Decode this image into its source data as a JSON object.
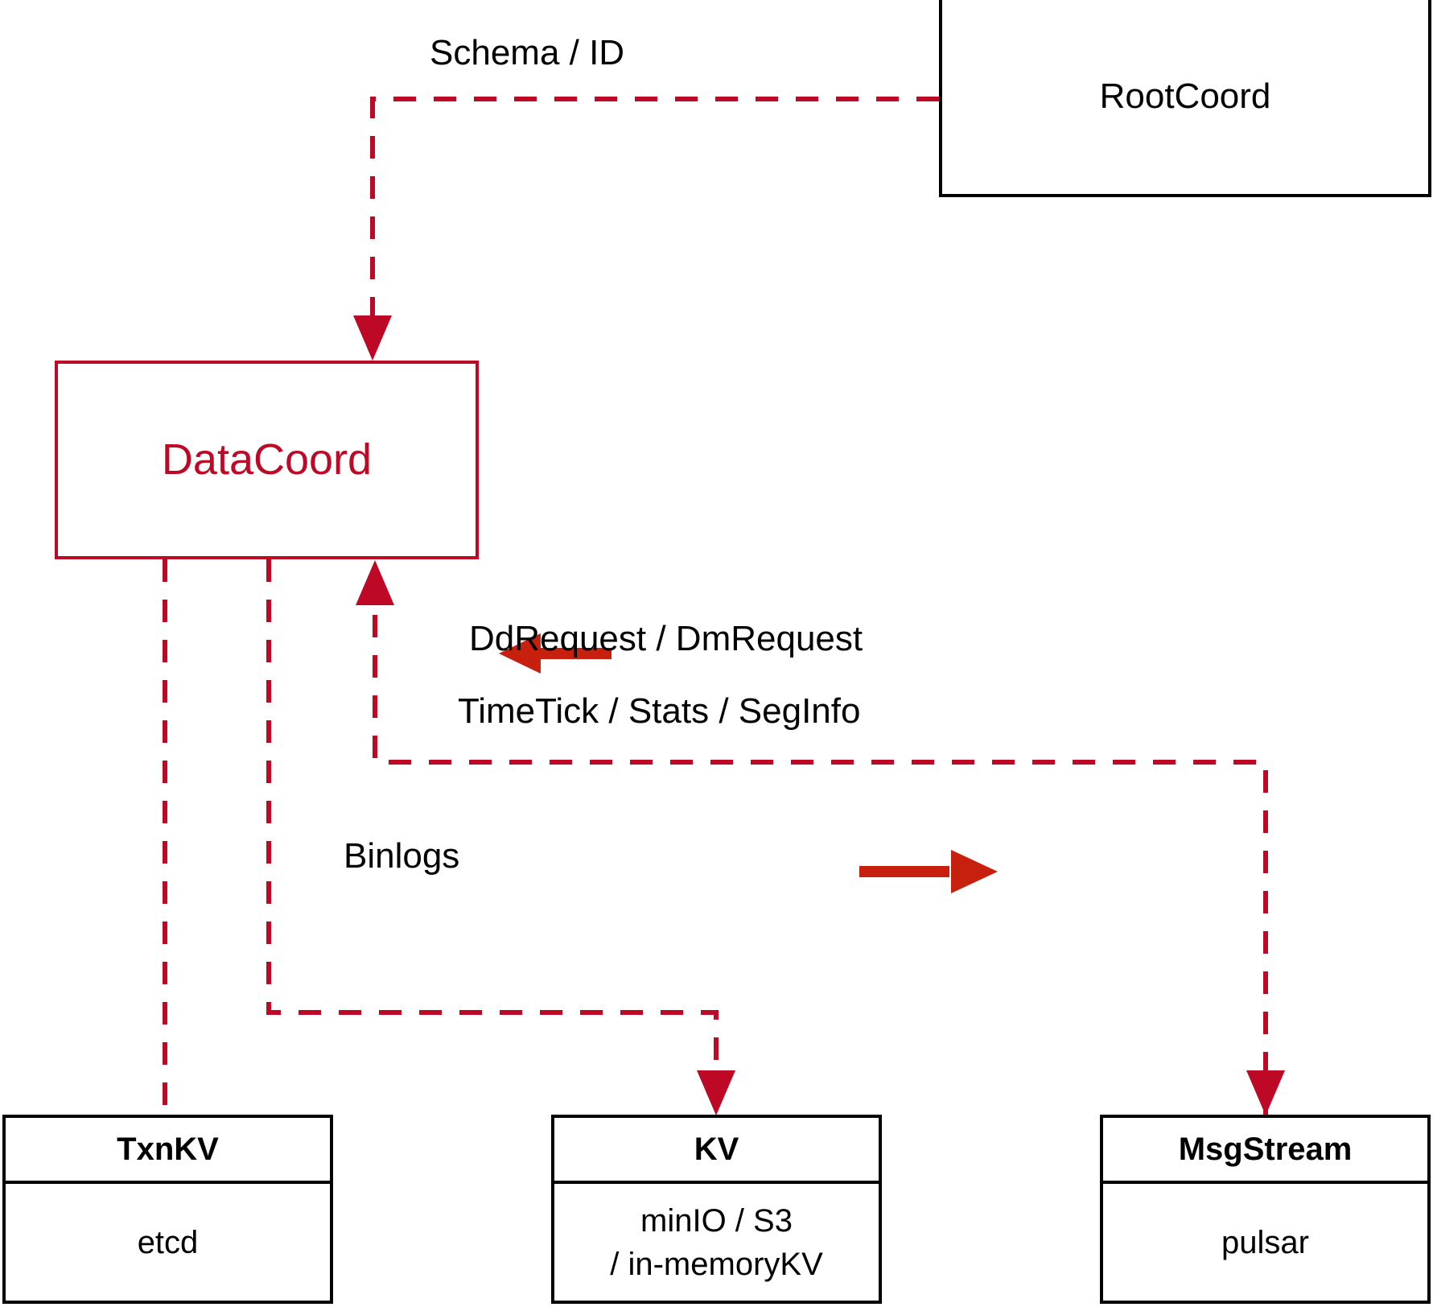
{
  "diagram": {
    "title": "DataCoord architecture",
    "colors": {
      "accent_crimson": "#bd0926",
      "arrow_red": "#c8200f",
      "box_black": "#000000",
      "background": "#ffffff"
    },
    "nodes": [
      {
        "id": "rootcoord",
        "title": "RootCoord",
        "style": "plain-black"
      },
      {
        "id": "datacoord",
        "title": "DataCoord",
        "style": "plain-crimson"
      },
      {
        "id": "txnkv",
        "title": "TxnKV",
        "body": "etcd",
        "style": "split-black"
      },
      {
        "id": "kv",
        "title": "KV",
        "body_line1": "minIO / S3",
        "body_line2": "/ in-memoryKV",
        "style": "split-black"
      },
      {
        "id": "msgstream",
        "title": "MsgStream",
        "body": "pulsar",
        "style": "split-black"
      }
    ],
    "edge_labels": [
      {
        "id": "schema-id",
        "text": "Schema / ID"
      },
      {
        "id": "dd-dm-request",
        "text": "DdRequest / DmRequest"
      },
      {
        "id": "timetick-stats-seginfo",
        "text": "TimeTick / Stats / SegInfo"
      },
      {
        "id": "binlogs",
        "text": "Binlogs"
      }
    ],
    "edges": [
      {
        "from": "rootcoord",
        "to": "datacoord",
        "label": "Schema / ID",
        "style": "dashed",
        "direction": "down"
      },
      {
        "from": "msgstream",
        "to": "datacoord",
        "label": "DdRequest / DmRequest",
        "style": "dashed",
        "direction": "left"
      },
      {
        "from": "datacoord",
        "to": "msgstream",
        "label": "TimeTick / Stats / SegInfo",
        "style": "dashed",
        "direction": "right"
      },
      {
        "from": "datacoord",
        "to": "kv",
        "label": "Binlogs",
        "style": "dashed",
        "direction": "down"
      },
      {
        "from": "datacoord",
        "to": "txnkv",
        "label": "",
        "style": "dashed",
        "direction": "down"
      }
    ]
  }
}
